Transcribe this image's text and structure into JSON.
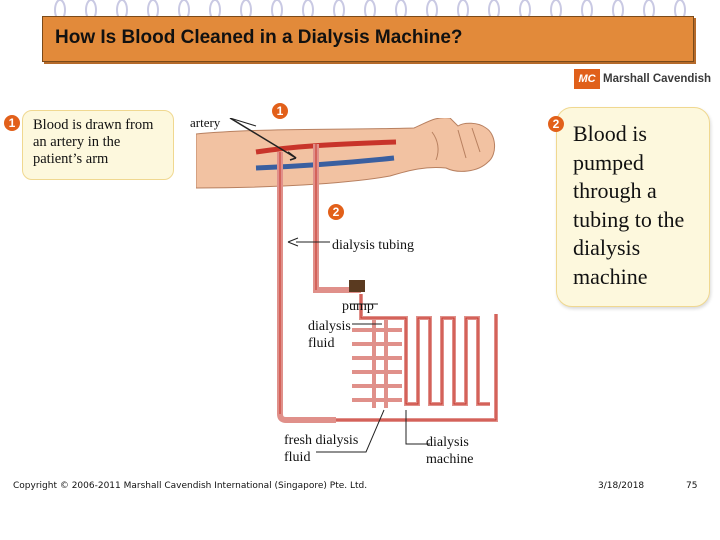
{
  "title": "How Is Blood Cleaned in a Dialysis Machine?",
  "logo": {
    "mark": "MC",
    "text": "Marshall Cavendish"
  },
  "steps": [
    {
      "number": "1",
      "text": "Blood is drawn from an artery in the patient’s arm"
    },
    {
      "number": "2",
      "text": "Blood is pumped through a tubing to the dialysis machine"
    }
  ],
  "labels": {
    "artery": "artery",
    "tubing": "dialysis tubing",
    "pump": "pump",
    "fluid": "dialysis fluid",
    "fresh_fluid": "fresh dialysis fluid",
    "machine": "dialysis machine"
  },
  "markers": {
    "one": "1",
    "two": "2"
  },
  "footer": {
    "copyright": "Copyright © 2006-2011 Marshall Cavendish International (Singapore) Pte. Ltd.",
    "date": "3/18/2018",
    "page": "75"
  },
  "colors": {
    "accent": "#e2601a",
    "title_bar": "#e28a3a",
    "note_bg": "#fdf8dd",
    "blood": "#c8342a",
    "tubing": "#e0908a",
    "vein": "#3a5fa0"
  }
}
